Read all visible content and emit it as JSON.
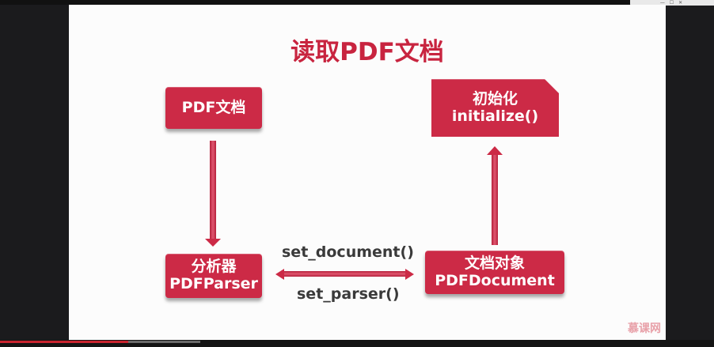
{
  "slide": {
    "title": "读取PDF文档",
    "nodes": {
      "pdf_doc": {
        "line1": "PDF文档"
      },
      "init": {
        "line1": "初始化",
        "line2": "initialize()"
      },
      "parser": {
        "line1": "分析器",
        "line2": "PDFParser"
      },
      "document": {
        "line1": "文档对象",
        "line2": "PDFDocument"
      }
    },
    "edges": {
      "set_document": "set_document()",
      "set_parser": "set_parser()"
    },
    "watermark": "慕课网"
  },
  "player": {
    "progress_fraction": 0.18,
    "buffered_fraction": 0.28
  },
  "colors": {
    "accent": "#cc2a46",
    "title": "#c8243f",
    "label": "#3a3a3a",
    "frame": "#1b1b1d",
    "progress": "#c9242f"
  }
}
